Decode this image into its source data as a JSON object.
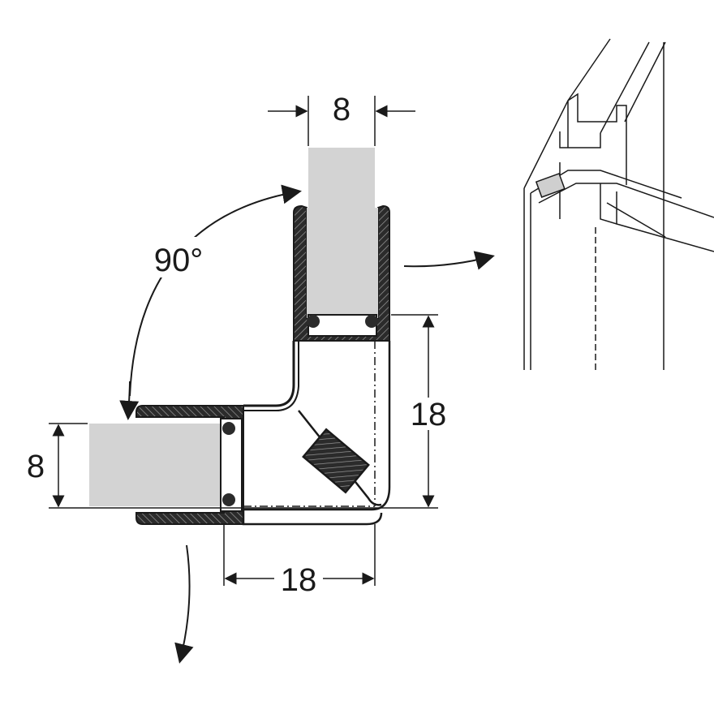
{
  "dimensions": {
    "top_glass_thickness": "8",
    "left_glass_thickness": "8",
    "vertical_leg": "18",
    "horizontal_leg": "18",
    "angle": "90°"
  },
  "colors": {
    "ink": "#1a1a1a",
    "glass_fill": "#d3d3d3",
    "seal_fill": "#3a3a3a",
    "background": "#ffffff"
  },
  "icons": {
    "pointer_arrow": "arrow-right-icon",
    "rotate_arrow": "curved-arrow-icon"
  }
}
